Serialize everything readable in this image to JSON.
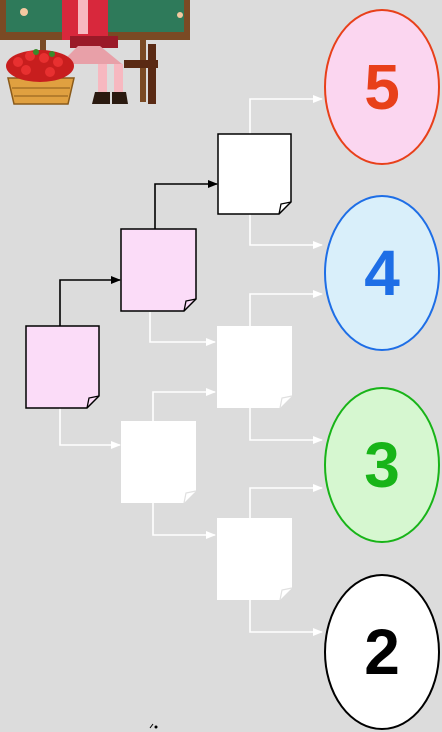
{
  "grades": [
    {
      "label": "5",
      "fill": "#fbd6f0",
      "stroke": "#e8401a",
      "text_color": "#e8401a"
    },
    {
      "label": "4",
      "fill": "#d9effa",
      "stroke": "#1e6ee6",
      "text_color": "#1e6ee6"
    },
    {
      "label": "3",
      "fill": "#d6f7d0",
      "stroke": "#18b418",
      "text_color": "#18b418"
    },
    {
      "label": "2",
      "fill": "#ffffff",
      "stroke": "#000000",
      "text_color": "#000000"
    }
  ],
  "colors": {
    "background": "#dcdcdc",
    "doc_pink": "#fbdcf8",
    "doc_white": "#ffffff",
    "active_line": "#000000",
    "inactive_line": "#ffffff"
  },
  "illustration": {
    "name": "schoolgirl-at-blackboard"
  }
}
